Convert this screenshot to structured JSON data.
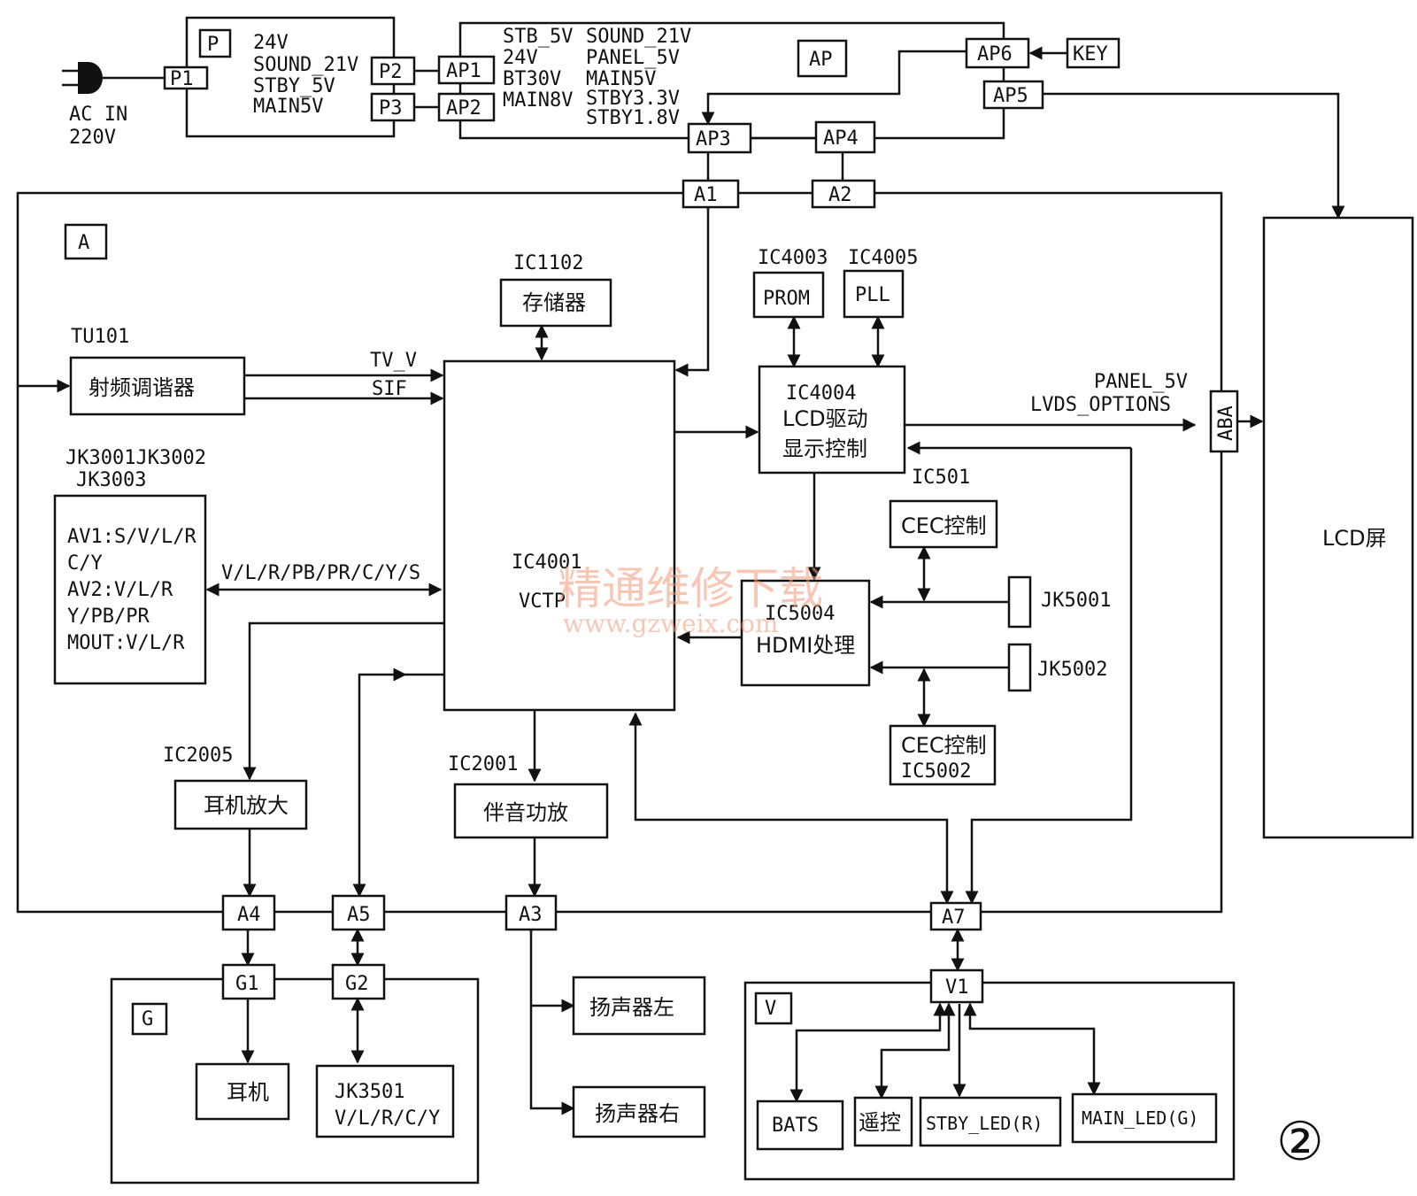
{
  "labels": {
    "ac_in": "AC  IN",
    "ac_220v": "220V",
    "p_board": "P",
    "p1": "P1",
    "p2": "P2",
    "p3": "P3",
    "p_rail_1": "24V",
    "p_rail_2": "SOUND_21V",
    "p_rail_3": "STBY_5V",
    "p_rail_4": "MAIN5V",
    "ap_board": "AP",
    "ap1": "AP1",
    "ap2": "AP2",
    "ap3": "AP3",
    "ap4": "AP4",
    "ap5": "AP5",
    "ap6": "AP6",
    "key": "KEY",
    "ap_rail_l1": "STB_5V",
    "ap_rail_l2": "24V",
    "ap_rail_l3": "BT30V",
    "ap_rail_l4": "MAIN8V",
    "ap_rail_r1": "SOUND_21V",
    "ap_rail_r2": "PANEL_5V",
    "ap_rail_r3": "MAIN5V",
    "ap_rail_r4": "STBY3.3V",
    "ap_rail_r5": "STBY1.8V",
    "a_board": "A",
    "a1": "A1",
    "a2": "A2",
    "a3": "A3",
    "a4": "A4",
    "a5": "A5",
    "a7": "A7",
    "tu101": "TU101",
    "tuner": "射频调谐器",
    "tv_v": "TV_V",
    "sif": "SIF",
    "jk_title_1": "JK3001JK3002",
    "jk_title_2": "JK3003",
    "jk_av1": "AV1:S/V/L/R",
    "jk_cy": "C/Y",
    "jk_av2": "AV2:V/L/R",
    "jk_ypbpr": "Y/PB/PR",
    "jk_mout": "MOUT:V/L/R",
    "av_bus": "V/L/R/PB/PR/C/Y/S",
    "ic1102": "IC1102",
    "memory": "存储器",
    "ic4001": "IC4001",
    "vctp": "VCTP",
    "ic4003": "IC4003",
    "prom": "PROM",
    "ic4005": "IC4005",
    "pll": "PLL",
    "ic4004": "IC4004",
    "lcd_drive": "LCD驱动",
    "display_ctrl": "显示控制",
    "panel_5v": "PANEL_5V",
    "lvds_options": "LVDS_OPTIONS",
    "aba": "ABA",
    "lcd_screen": "LCD屏",
    "ic501": "IC501",
    "cec_ctrl_1": "CEC控制",
    "jk5001": "JK5001",
    "ic5004": "IC5004",
    "hdmi_proc": "HDMI处理",
    "jk5002": "JK5002",
    "cec_ctrl_2": "CEC控制",
    "ic5002": "IC5002",
    "ic2005": "IC2005",
    "hp_amp": "耳机放大",
    "ic2001": "IC2001",
    "audio_amp": "伴音功放",
    "speaker_l": "扬声器左",
    "speaker_r": "扬声器右",
    "g_board": "G",
    "g1": "G1",
    "g2": "G2",
    "headphone": "耳机",
    "jk3501": "JK3501",
    "jk3501_sig": "V/L/R/C/Y",
    "v_board": "V",
    "v1": "V1",
    "bats": "BATS",
    "remote": "遥控",
    "stby_led": "STBY_LED(R)",
    "main_led": "MAIN_LED(G)",
    "figure_number": "②",
    "watermark_cn": "精通维修下载",
    "watermark_url": "www.gzweix.com"
  }
}
